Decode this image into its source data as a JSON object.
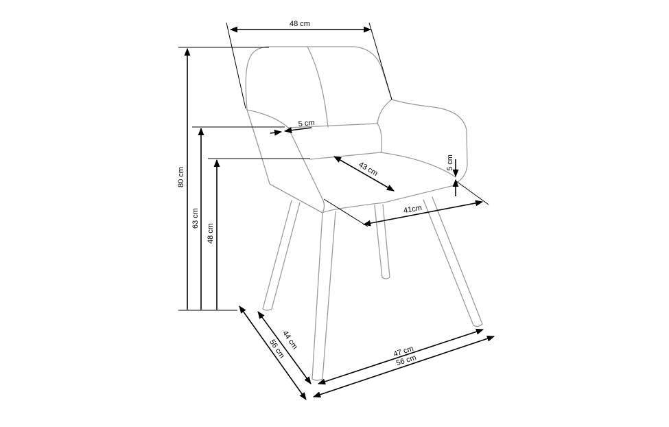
{
  "diagram": {
    "subject": "chair",
    "dimensions": {
      "backrest_width": "48 cm",
      "total_height": "80 cm",
      "armrest_height": "63 cm",
      "seat_height": "48 cm",
      "armrest_width": "5 cm",
      "seat_depth": "43 cm",
      "seat_cushion_thickness": "5 cm",
      "seat_width": "41cm",
      "leg_depth": "44 cm",
      "total_depth": "56 cm",
      "leg_width": "47 cm",
      "total_width": "56 cm"
    },
    "colors": {
      "outline": "#9a9a9a",
      "dimension": "#000000"
    }
  }
}
